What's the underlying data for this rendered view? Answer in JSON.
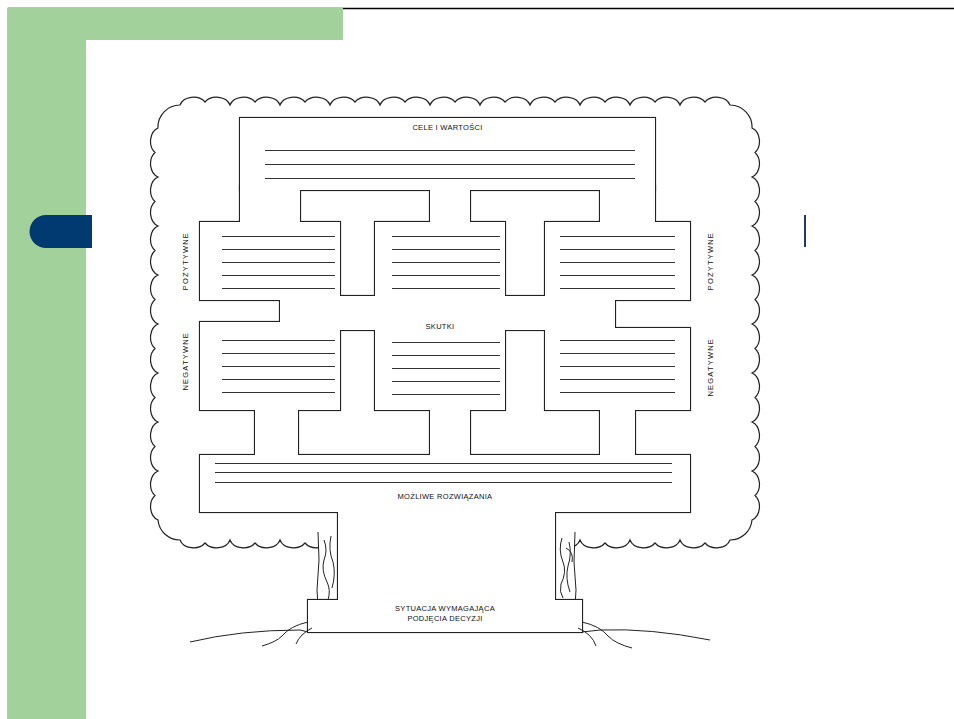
{
  "diagram": {
    "nodes": [
      {
        "text": [
          "CELE I WARTOŚCI"
        ]
      },
      {
        "text": [
          "POZYTYWNE"
        ]
      },
      {
        "text": [
          "POZYTYWNE"
        ]
      },
      {
        "text": [
          "NEGATYWNE"
        ]
      },
      {
        "text": [
          "NEGATYWNE"
        ]
      },
      {
        "text": [
          "MOŻLIWE ROZWIĄZANIA"
        ]
      },
      {
        "text": [
          "SYTUACJA WYMAGAJĄCA PODJĘCIA DECYZJI"
        ]
      }
    ],
    "labels": [
      "SKUTKI"
    ]
  }
}
